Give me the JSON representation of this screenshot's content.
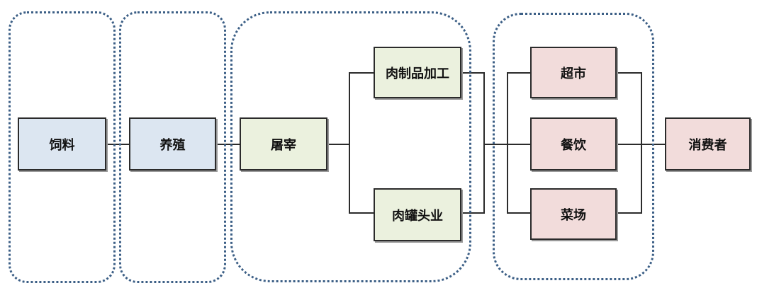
{
  "colors": {
    "blue_fill": "#dce6f1",
    "green_fill": "#ebf1de",
    "pink_fill": "#f2dcdb",
    "border": "#3c5f86"
  },
  "nodes": {
    "feed": "饲料",
    "breeding": "养殖",
    "slaughter": "屠宰",
    "meat_processing": "肉制品加工",
    "canned_meat": "肉罐头业",
    "supermarket": "超市",
    "catering": "餐饮",
    "market": "菜场",
    "consumer": "消费者"
  }
}
